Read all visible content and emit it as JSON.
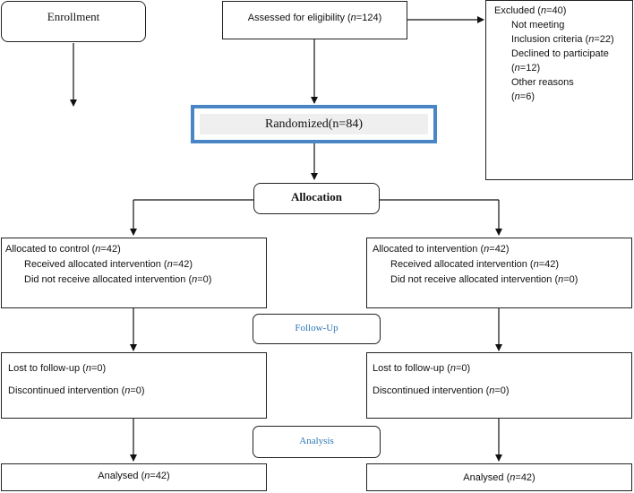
{
  "enrollment": {
    "label": "Enrollment"
  },
  "assessed": {
    "prefix": "Assessed for eligibility (",
    "n": "n",
    "rest": "=124)"
  },
  "excluded": {
    "line1_prefix": "Excluded (",
    "line1_n": "n",
    "line1_rest": "=40)",
    "line2": "Not meeting",
    "line3_prefix": "Inclusion criteria (",
    "line3_n": "n",
    "line3_rest": "=22)",
    "line4": "Declined to participate",
    "line5_prefix": "(",
    "line5_n": "n",
    "line5_rest": "=12)",
    "line6": "Other reasons",
    "line7_prefix": "(",
    "line7_n": "n",
    "line7_rest": "=6)"
  },
  "randomized": {
    "label": "Randomized(n=84)"
  },
  "allocation": {
    "label": "Allocation"
  },
  "followup": {
    "label": "Follow-Up"
  },
  "analysis": {
    "label": "Analysis"
  },
  "left": {
    "alloc_prefix": "Allocated to control (",
    "alloc_n": "n",
    "alloc_rest": "=42)",
    "recv_prefix": "Received allocated intervention (",
    "recv_n": "n",
    "recv_rest": "=42)",
    "notrecv_prefix": "Did not receive allocated intervention (",
    "notrecv_n": "n",
    "notrecv_rest": "=0)",
    "lost_prefix": "Lost to follow-up (",
    "lost_n": "n",
    "lost_rest": "=0)",
    "disc_prefix": "Discontinued intervention (",
    "disc_n": "n",
    "disc_rest": "=0)",
    "analysed_prefix": "Analysed (",
    "analysed_n": "n",
    "analysed_rest": "=42)"
  },
  "right": {
    "alloc_prefix": "Allocated to intervention (",
    "alloc_n": "n",
    "alloc_rest": "=42)",
    "recv_prefix": "Received allocated intervention (",
    "recv_n": "n",
    "recv_rest": "=42)",
    "notrecv_prefix": "Did not receive allocated intervention (",
    "notrecv_n": "n",
    "notrecv_rest": "=0)",
    "lost_prefix": "Lost to follow-up (",
    "lost_n": "n",
    "lost_rest": "=0)",
    "disc_prefix": "Discontinued intervention (",
    "disc_n": "n",
    "disc_rest": "=0)",
    "analysed_prefix": "Analysed (",
    "analysed_n": "n",
    "analysed_rest": "=42)"
  },
  "colors": {
    "stage_label": "#2e75b6",
    "randomized_border": "#4a86c5",
    "randomized_fill": "#efefef"
  }
}
